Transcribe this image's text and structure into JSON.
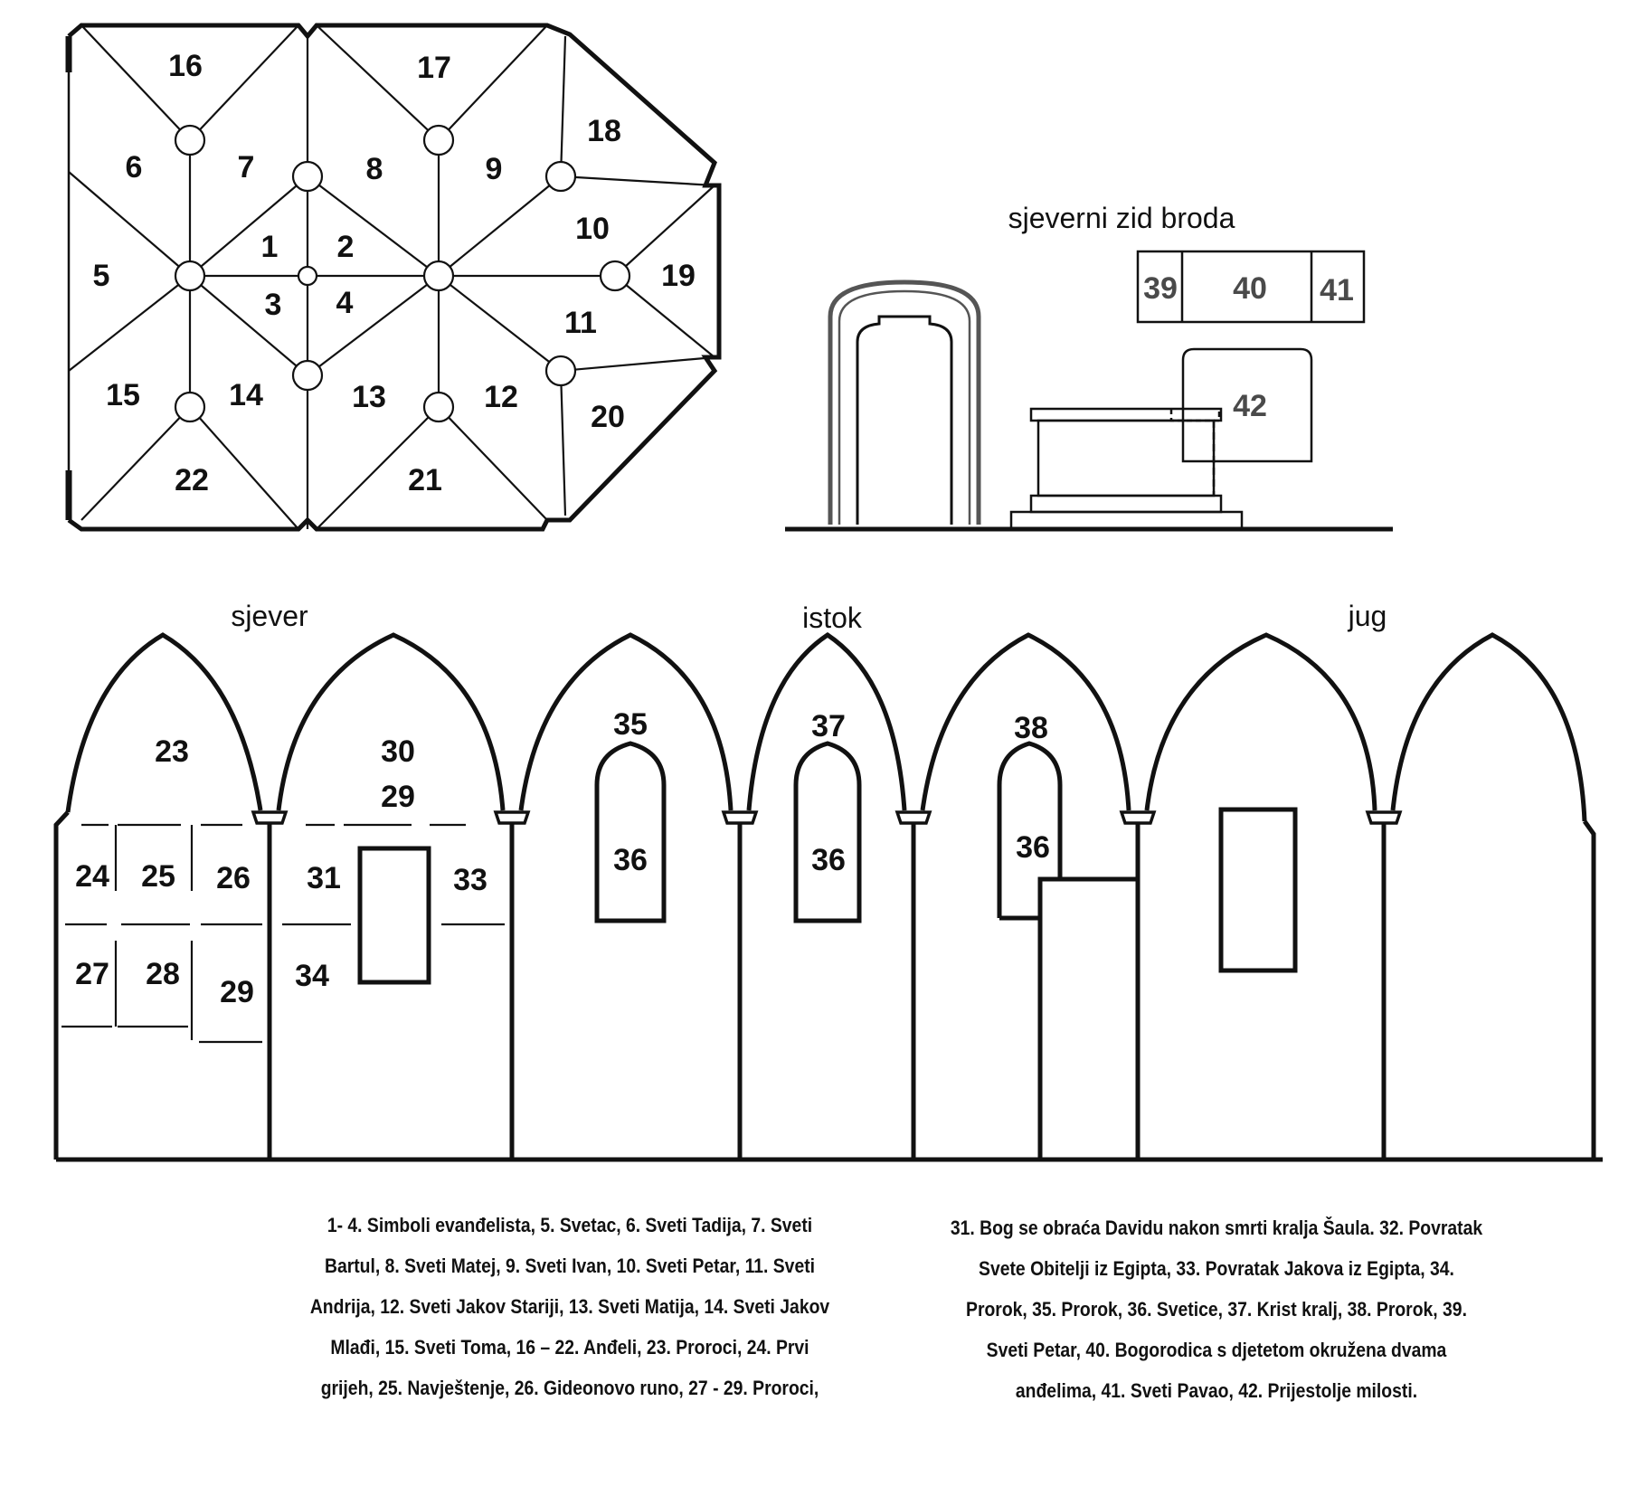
{
  "vault_numbers": {
    "n1": "1",
    "n2": "2",
    "n3": "3",
    "n4": "4",
    "n5": "5",
    "n6": "6",
    "n7": "7",
    "n8": "8",
    "n9": "9",
    "n10": "10",
    "n11": "11",
    "n12": "12",
    "n13": "13",
    "n14": "14",
    "n15": "15",
    "n16": "16",
    "n17": "17",
    "n18": "18",
    "n19": "19",
    "n20": "20",
    "n21": "21",
    "n22": "22"
  },
  "north_wall": {
    "title": "sjeverni zid broda",
    "n39": "39",
    "n40": "40",
    "n41": "41",
    "n42": "42"
  },
  "elevation": {
    "direction_north": "sjever",
    "direction_east": "istok",
    "direction_south": "jug",
    "n23": "23",
    "n24": "24",
    "n25": "25",
    "n26": "26",
    "n27": "27",
    "n28": "28",
    "n29a": "29",
    "n29b": "29",
    "n30": "30",
    "n31": "31",
    "n33": "33",
    "n34": "34",
    "n35": "35",
    "n36a": "36",
    "n36b": "36",
    "n36c": "36",
    "n37": "37",
    "n38": "38"
  },
  "legend": {
    "left_lines": [
      "1- 4. Simboli evanđelista, 5. Svetac, 6. Sveti Tadija, 7. Sveti",
      "Bartul, 8. Sveti Matej, 9. Sveti Ivan, 10. Sveti Petar, 11. Sveti",
      "Andrija, 12. Sveti Jakov Stariji, 13. Sveti Matija, 14. Sveti Jakov",
      "Mlađi, 15. Sveti Toma, 16 – 22. Anđeli,  23. Proroci, 24. Prvi",
      "grijeh, 25. Navještenje, 26. Gideonovo runo, 27 - 29. Proroci,"
    ],
    "right_lines": [
      "31. Bog se obraća Davidu nakon smrti kralja Šaula. 32. Povratak",
      "Svete Obitelji iz Egipta, 33. Povratak Jakova iz Egipta, 34.",
      "Prorok, 35. Prorok, 36. Svetice, 37. Krist kralj, 38. Prorok, 39.",
      "Sveti Petar, 40. Bogorodica s djetetom okružena dvama",
      "anđelima, 41. Sveti Pavao, 42. Prijestolje milosti."
    ]
  }
}
